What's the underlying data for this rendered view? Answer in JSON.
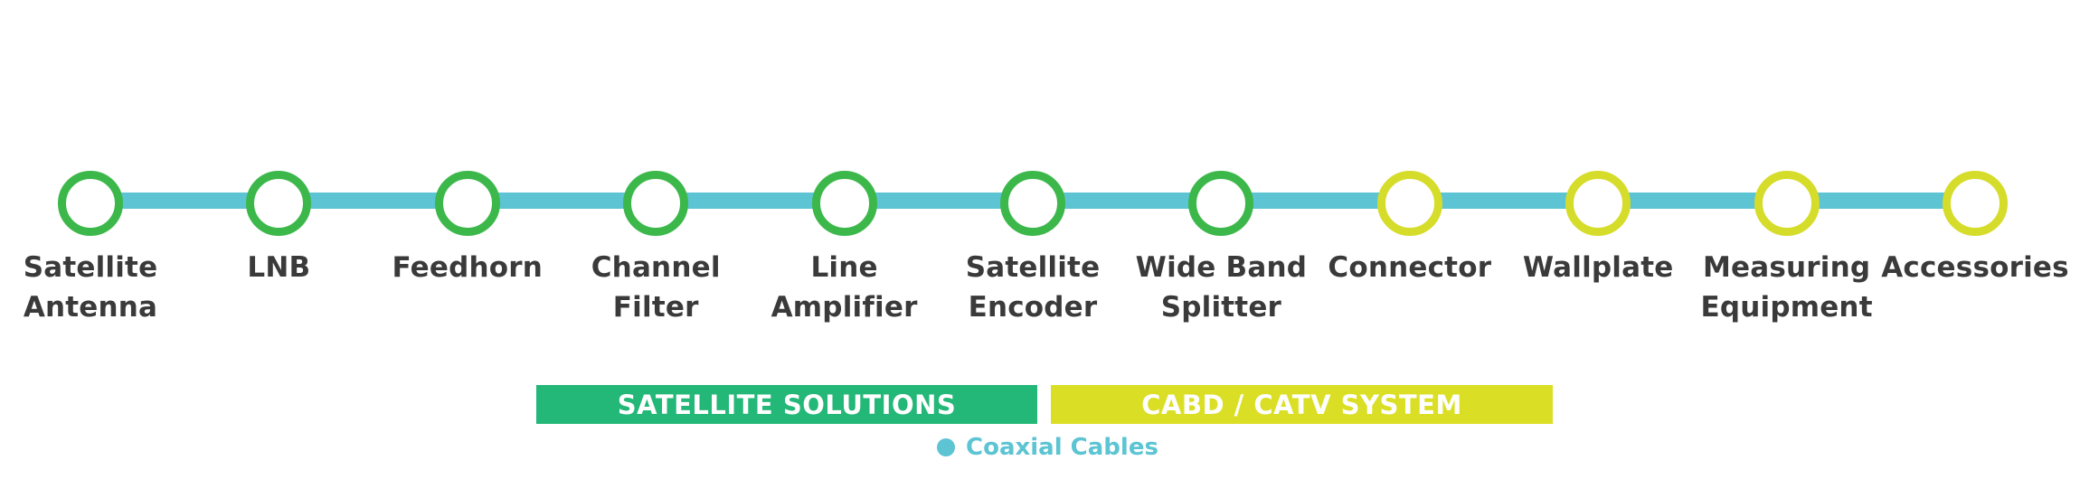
{
  "colors": {
    "satellite": "#3cb84b",
    "catv": "#d6dc2a",
    "cable": "#5cc4d3",
    "satellite_bar": "#23b778",
    "catv_bar": "#dadf25",
    "text": "#3a3a3a"
  },
  "nodes": [
    {
      "label": "Satellite\nAntenna",
      "group": "satellite"
    },
    {
      "label": "LNB",
      "group": "satellite"
    },
    {
      "label": "Feedhorn",
      "group": "satellite"
    },
    {
      "label": "Channel\nFilter",
      "group": "satellite"
    },
    {
      "label": "Line\nAmplifier",
      "group": "satellite"
    },
    {
      "label": "Satellite\nEncoder",
      "group": "satellite"
    },
    {
      "label": "Wide Band\nSplitter",
      "group": "satellite"
    },
    {
      "label": "Connector",
      "group": "catv"
    },
    {
      "label": "Wallplate",
      "group": "catv"
    },
    {
      "label": "Measuring\nEquipment",
      "group": "catv"
    },
    {
      "label": "Accessories",
      "group": "catv"
    }
  ],
  "categories": {
    "satellite_label": "SATELLITE SOLUTIONS",
    "catv_label": "CABD / CATV SYSTEM"
  },
  "legend": {
    "label": "Coaxial Cables",
    "icon": "dot-icon"
  }
}
